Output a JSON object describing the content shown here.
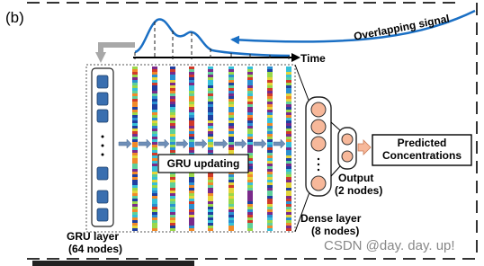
{
  "panel_label": "(b)",
  "axis": {
    "time_label": "Time"
  },
  "annotations": {
    "overlapping_signal": "Overlapping signal",
    "gru_updating": "GRU updating",
    "gru_layer": "GRU layer",
    "gru_nodes": "(64 nodes)",
    "dense_layer": "Dense layer",
    "dense_nodes": "(8 nodes)",
    "output": "Output",
    "output_nodes": "(2 nodes)",
    "predicted_line1": "Predicted",
    "predicted_line2": "Concentrations",
    "watermark": "CSDN @day. day. up!"
  },
  "colors": {
    "signal": "#1a6fc4",
    "arrow": "#6f8fb8",
    "node_fill": "#f7b89a",
    "node_stroke": "#333333",
    "dashed_border": "#333333",
    "gru_cell": "#3a6fb0",
    "feedback_arrow": "#a8a8a8"
  }
}
